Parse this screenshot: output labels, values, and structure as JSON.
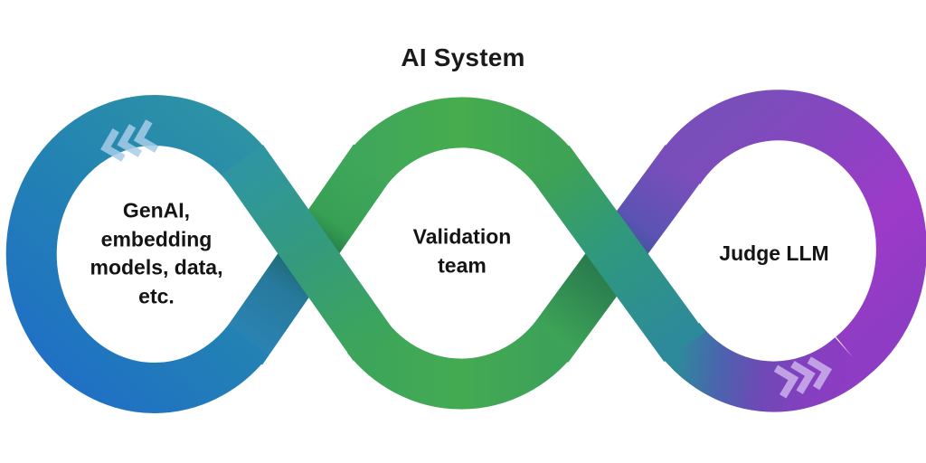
{
  "title": "AI System",
  "loops": {
    "left": {
      "label": "GenAI,\nembedding\nmodels, data,\netc.",
      "color_start": "#1f6dc7",
      "color_end": "#2f96a1"
    },
    "middle": {
      "label": "Validation\nteam",
      "color": "#45ab4e"
    },
    "right": {
      "label": "Judge LLM",
      "color_start": "#6b4cb6",
      "color_end": "#9d3ac9"
    }
  },
  "icons": {
    "left_chevrons": "triple-chevron-backward",
    "right_chevrons": "triple-chevron-forward"
  },
  "colors": {
    "background": "#ffffff",
    "text": "#1a1a1a",
    "blue": "#1f6dc7",
    "teal": "#2f96a1",
    "green": "#45ab4e",
    "indigo": "#7a4eba",
    "purple": "#9d3ac9",
    "chevron_left": "#a6cde9",
    "chevron_right": "#ccb2ec"
  }
}
